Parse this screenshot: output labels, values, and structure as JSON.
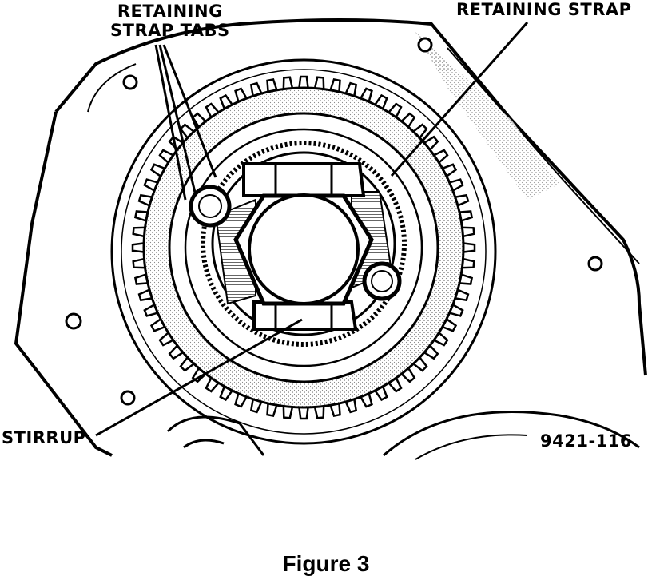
{
  "figure": {
    "labels": {
      "strap_tabs_line1": "RETAINING",
      "strap_tabs_line2": "STRAP TABS",
      "retaining_strap": "RETAINING STRAP",
      "stirrup": "STIRRUP",
      "figure_code": "9421-116"
    },
    "caption": "Figure 3"
  }
}
